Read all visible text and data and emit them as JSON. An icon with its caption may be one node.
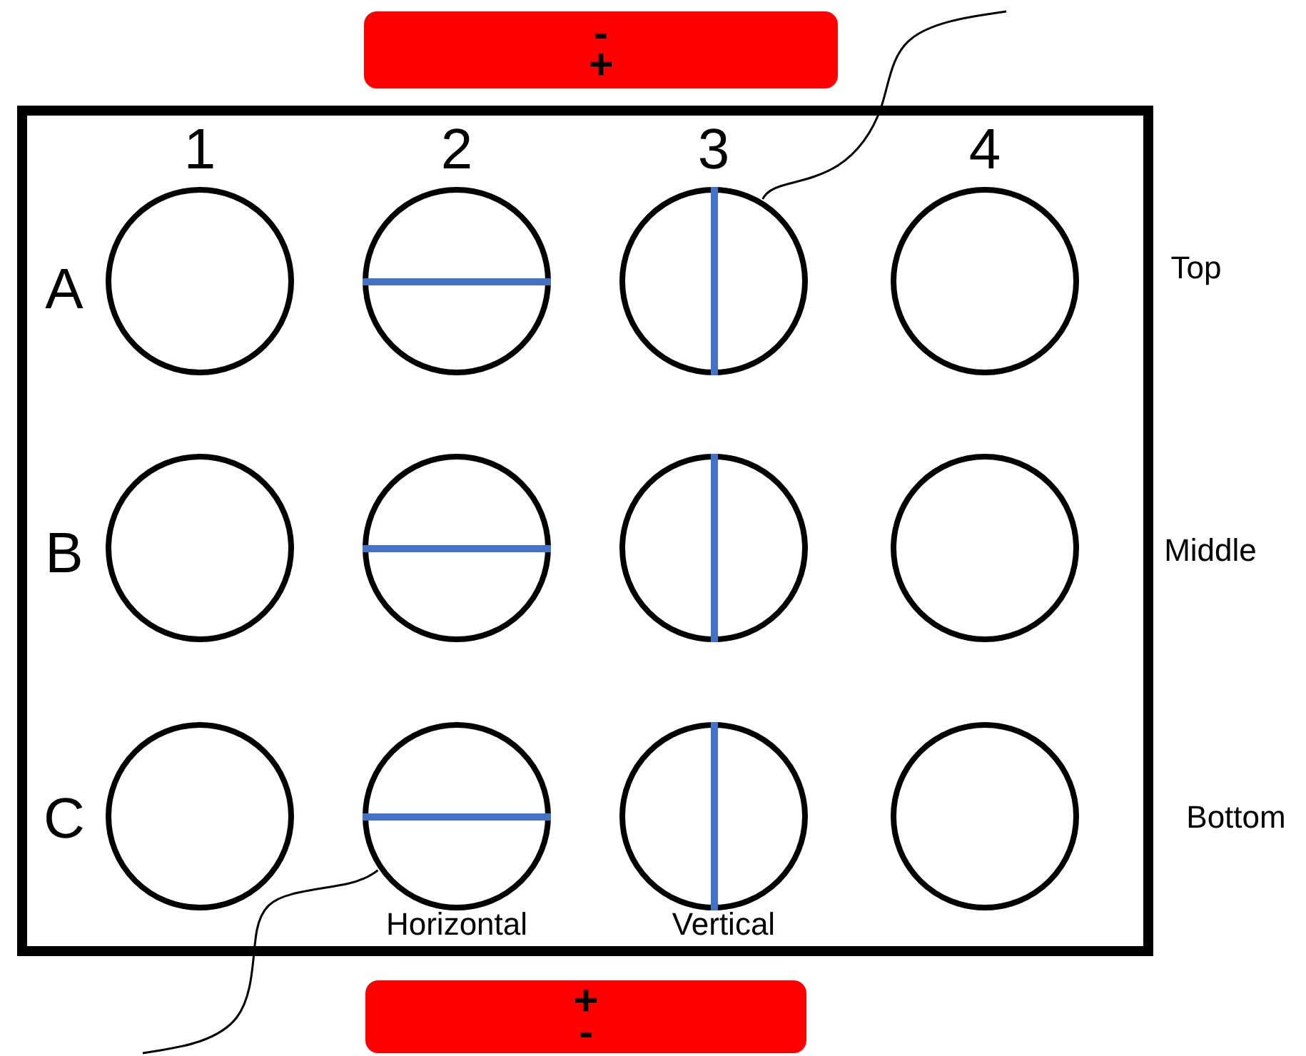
{
  "diagram": {
    "nodes": [
      {
        "text": [
          "-",
          "+"
        ]
      },
      {
        "text": [],
        "shape": "box"
      },
      {
        "text": [],
        "shape": "circle",
        "in": 1
      },
      {
        "text": [],
        "shape": "circle",
        "in": 1
      },
      {
        "text": [],
        "shape": "bar",
        "in": 3
      },
      {
        "text": [],
        "shape": "circle",
        "in": 1
      },
      {
        "text": [],
        "shape": "bar",
        "in": 5
      },
      {
        "text": [],
        "shape": "circle",
        "in": 1
      },
      {
        "text": [],
        "shape": "circle",
        "in": 1
      },
      {
        "text": [],
        "shape": "circle",
        "in": 1
      },
      {
        "text": [],
        "shape": "bar",
        "in": 9
      },
      {
        "text": [],
        "shape": "circle",
        "in": 1
      },
      {
        "text": [],
        "shape": "bar",
        "in": 11
      },
      {
        "text": [],
        "shape": "circle",
        "in": 1
      },
      {
        "text": [],
        "shape": "circle",
        "in": 1
      },
      {
        "text": [],
        "shape": "circle",
        "in": 1
      },
      {
        "text": [],
        "shape": "bar",
        "in": 15
      },
      {
        "text": [],
        "shape": "circle",
        "in": 1
      },
      {
        "text": [],
        "shape": "bar",
        "in": 17
      },
      {
        "text": [],
        "shape": "circle",
        "in": 1
      },
      {
        "text": [
          "+",
          "-"
        ]
      }
    ],
    "edges": [
      {
        "from": null,
        "to": 5,
        "arrow": "none"
      },
      {
        "from": null,
        "to": 15,
        "arrow": "none"
      }
    ],
    "labels": [
      "1",
      "2",
      "3",
      "4",
      "A",
      "Top",
      "B",
      "Middle",
      "C",
      "Bottom",
      "Horizontal",
      "Vertical"
    ]
  }
}
